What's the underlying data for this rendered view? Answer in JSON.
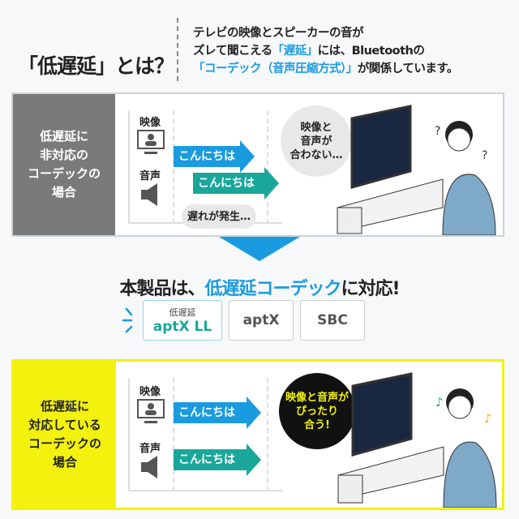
{
  "header": {
    "title": "「低遅延」とは？",
    "desc_line1": "テレビの映像とスピーカーの音が",
    "desc_line2_a": "ズレて聞こえる",
    "desc_line2_b": "「遅延」",
    "desc_line2_c": "には、Bluetoothの",
    "desc_line3_a": "「コーデック（音声圧縮方式）」",
    "desc_line3_b": "が関係しています。"
  },
  "panel_bad": {
    "side_label_1": "低遅延に",
    "side_label_2": "非対応の",
    "side_label_3": "コーデックの",
    "side_label_4": "場合",
    "video_label": "映像",
    "audio_label": "音声",
    "arrow_video": "こんにちは",
    "arrow_audio": "こんにちは",
    "delay_bubble": "遅れが発生…",
    "mismatch_1": "映像と",
    "mismatch_2": "音声が",
    "mismatch_3": "合わない…"
  },
  "headline": {
    "a": "本製品は、",
    "b": "低遅延コーデック",
    "c": "に対応!"
  },
  "codecs": [
    {
      "sub": "低遅延",
      "name": "aptX LL"
    },
    {
      "name": "aptX"
    },
    {
      "name": "SBC"
    }
  ],
  "panel_good": {
    "side_label_1": "低遅延に",
    "side_label_2": "対応している",
    "side_label_3": "コーデックの",
    "side_label_4": "場合",
    "video_label": "映像",
    "audio_label": "音声",
    "arrow_video": "こんにちは",
    "arrow_audio": "こんにちは",
    "sync_1": "映像と音声が",
    "sync_2": "ぴったり",
    "sync_3": "合う!"
  },
  "colors": {
    "accent_blue": "#1a9be0",
    "accent_green": "#1aa79a",
    "highlight_yellow": "#f2f20e",
    "gray": "#7a7a7a"
  }
}
